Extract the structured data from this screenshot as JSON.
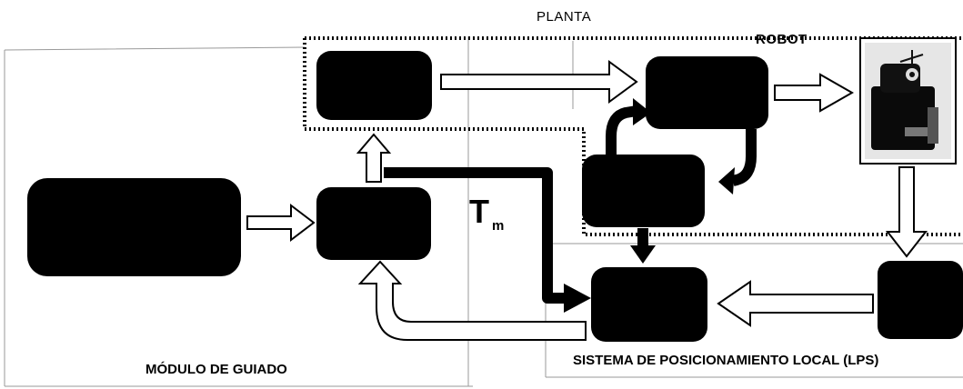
{
  "labels": {
    "planta": "PLANTA",
    "robot": "ROBOT",
    "modulo": "MÓDULO DE GUIADO",
    "lps": "SISTEMA DE POSICIONAMIENTO LOCAL (LPS)",
    "torque_symbol": "T",
    "torque_subscript": "m"
  },
  "colors": {
    "block_fill": "#000000",
    "outline_arrow_fill": "#ffffff",
    "background": "#ffffff"
  },
  "icons": {
    "robot": "robot-photo-icon"
  }
}
